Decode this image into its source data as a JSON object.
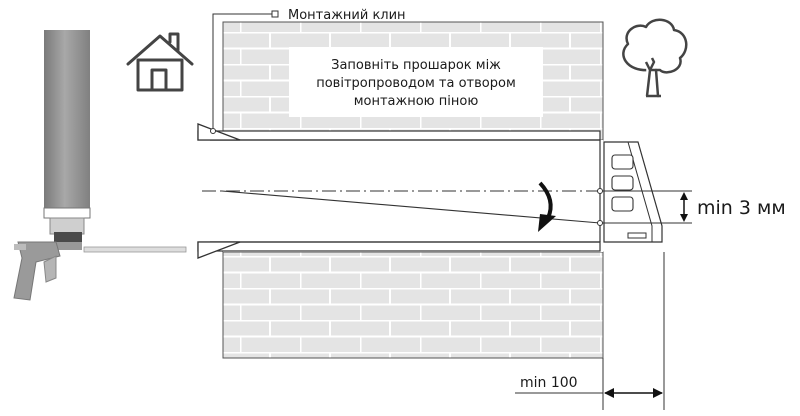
{
  "labels": {
    "wedge": "Монтажний клин",
    "instruction_line1": "Заповніть прошарок між",
    "instruction_line2": "повітропроводом та отвором",
    "instruction_line3": "монтажною піною",
    "min_gap": "min 3 мм",
    "min_offset": "min 100"
  },
  "icons": {
    "house": "house-icon",
    "tree": "tree-icon",
    "foam_gun": "foam-gun-icon",
    "grille": "vent-grille-icon",
    "rotate_arrow": "rotate-arrow-icon"
  },
  "colors": {
    "brick": "#e4e4e4",
    "mortar": "#ffffff",
    "outline": "#333333",
    "can": "#9c9c9c",
    "can_dark": "#777777"
  }
}
